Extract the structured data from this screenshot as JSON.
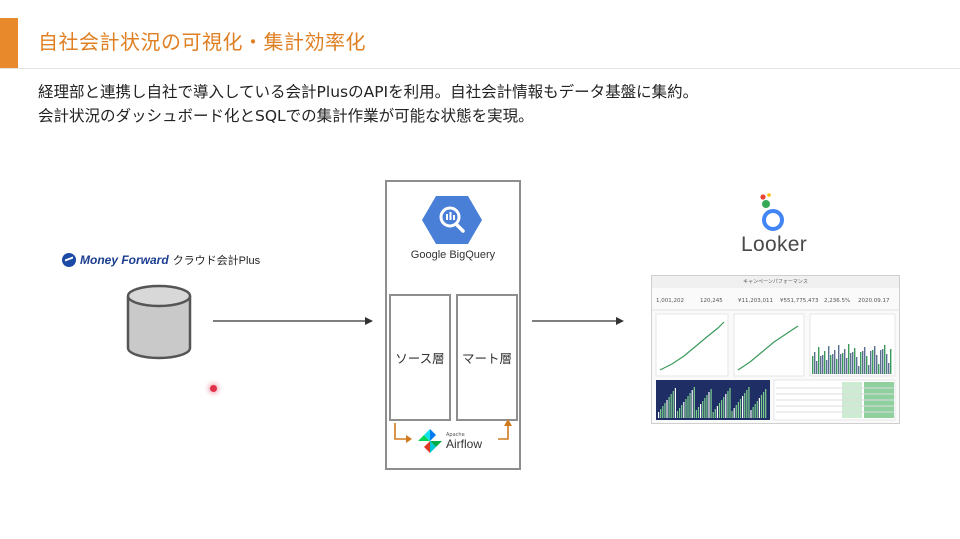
{
  "slide": {
    "title": "自社会計状況の可視化・集計効率化",
    "description_line1": "経理部と連携し自社で導入している会計PlusのAPIを利用。自社会計情報もデータ基盤に集約。",
    "description_line2": "会計状況のダッシュボード化とSQLでの集計作業が可能な状態を実現。",
    "accent_color": "#e8892b"
  },
  "source": {
    "brand": "Money Forward",
    "product": "クラウド会計Plus",
    "icon": "database-icon"
  },
  "warehouse": {
    "label": "Google BigQuery",
    "icon": "bigquery-icon",
    "layers": [
      "ソース層",
      "マート層"
    ],
    "orchestrator_small": "Apache",
    "orchestrator_name": "Airflow"
  },
  "bi": {
    "label": "Looker",
    "icon": "looker-icon",
    "dashboard_title": "キャンペーンパフォーマンス",
    "kpis": [
      "1,001,202",
      "120,245",
      "¥11,203,011",
      "¥551,775,473",
      "2,236.5%",
      "2020.09.17"
    ]
  }
}
